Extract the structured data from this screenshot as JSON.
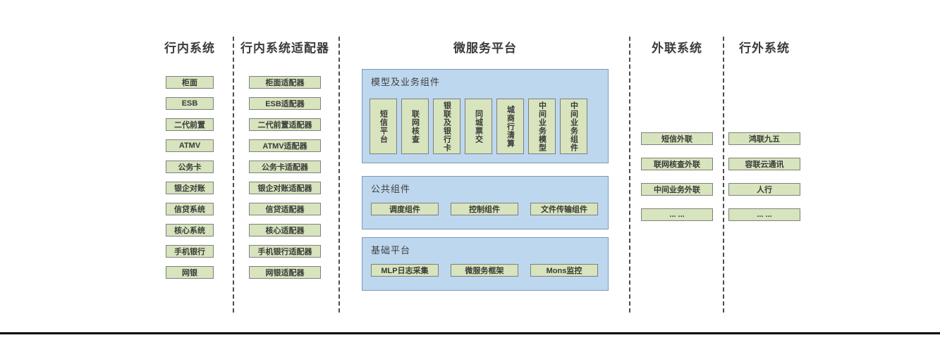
{
  "colors": {
    "box_green": "#d7e4bd",
    "box_border": "#7f7f7f",
    "panel_blue": "#bdd7ee",
    "panel_border": "#7a99b8",
    "text": "#3f3f3f"
  },
  "columns": {
    "internal": {
      "title": "行内系统",
      "boxes": [
        "柜面",
        "ESB",
        "二代前置",
        "ATMV",
        "公务卡",
        "银企对账",
        "信贷系统",
        "核心系统",
        "手机银行",
        "网银"
      ]
    },
    "adapters": {
      "title": "行内系统适配器",
      "boxes": [
        "柜面适配器",
        "ESB适配器",
        "二代前置适配器",
        "ATMV适配器",
        "公务卡适配器",
        "银企对账适配器",
        "信贷适配器",
        "核心适配器",
        "手机银行适配器",
        "网银适配器"
      ]
    },
    "platform": {
      "title": "微服务平台",
      "sections": {
        "model": {
          "label": "模型及业务组件",
          "boxes": [
            "短信平台",
            "联网核查",
            "银联及银行卡",
            "同城票交",
            "城商行清算",
            "中间业务模型",
            "中间业务组件"
          ]
        },
        "common": {
          "label": "公共组件",
          "boxes": [
            "调度组件",
            "控制组件",
            "文件传输组件"
          ]
        },
        "base": {
          "label": "基础平台",
          "boxes": [
            "MLP日志采集",
            "微服务框架",
            "Mons监控"
          ]
        }
      }
    },
    "outbound": {
      "title": "外联系统",
      "boxes": [
        "短信外联",
        "联网核查外联",
        "中间业务外联",
        "... ..."
      ]
    },
    "external": {
      "title": "行外系统",
      "boxes": [
        "鸿联九五",
        "容联云通讯",
        "人行",
        "... ..."
      ]
    }
  }
}
